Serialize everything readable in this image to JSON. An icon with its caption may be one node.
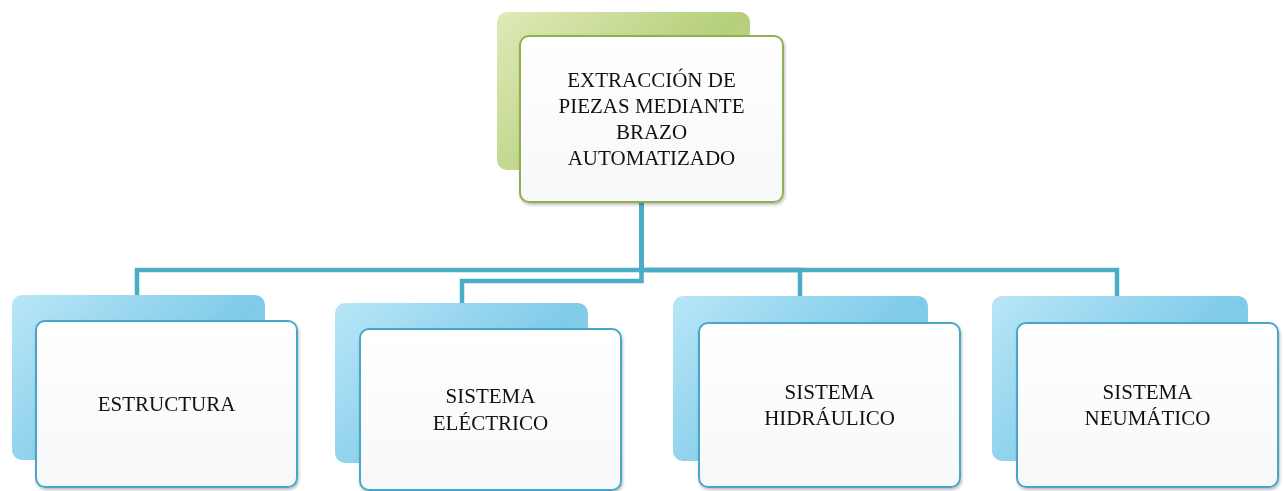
{
  "diagram": {
    "nodes": [
      {
        "text": [
          "EXTRACCIÓN DE PIEZAS MEDIANTE BRAZO AUTOMATIZADO"
        ]
      },
      {
        "text": [
          "ESTRUCTURA"
        ]
      },
      {
        "text": [
          "SISTEMA ELÉCTRICO"
        ]
      },
      {
        "text": [
          "SISTEMA HIDRÁULICO"
        ]
      },
      {
        "text": [
          "SISTEMA NEUMÁTICO"
        ]
      }
    ],
    "edges": [
      {
        "from": 0,
        "to": 1,
        "arrow": "none"
      },
      {
        "from": 0,
        "to": 2,
        "arrow": "none"
      },
      {
        "from": 0,
        "to": 3,
        "arrow": "none"
      },
      {
        "from": 0,
        "to": 4,
        "arrow": "none"
      }
    ]
  }
}
